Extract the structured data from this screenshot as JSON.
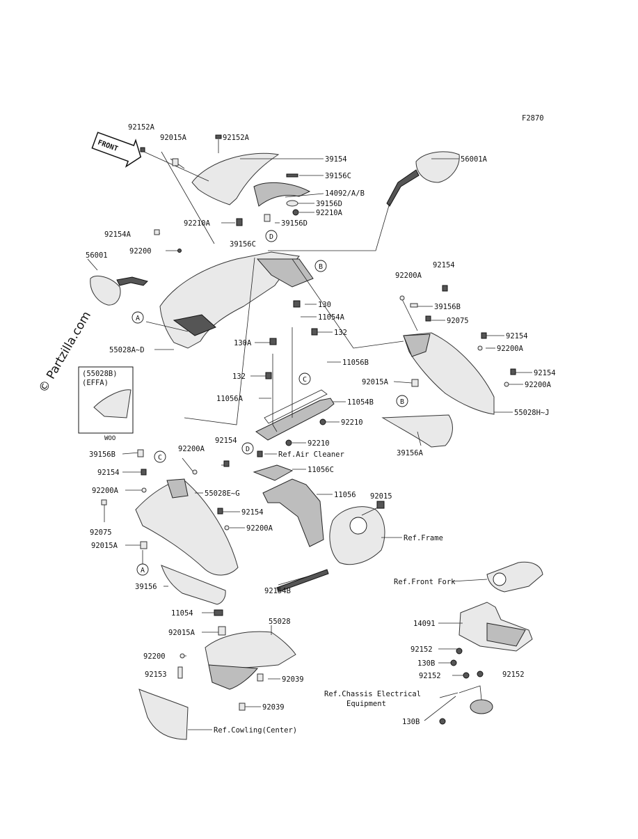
{
  "diagram": {
    "code": "F2870",
    "front_label": "FRONT",
    "watermark": "© Partzilla.com",
    "variant_box": {
      "line1": "(55028B)",
      "line2": "(EFFA)",
      "line3": "WOO"
    },
    "labels": [
      "92152A",
      "92015A",
      "92152A",
      "39154",
      "39156C",
      "14092/A/B",
      "39156D",
      "92210A",
      "92210A",
      "39156D",
      "39156C",
      "56001A",
      "92154A",
      "92200",
      "56001",
      "55028A~D",
      "130",
      "11054A",
      "132",
      "130A",
      "11056B",
      "132",
      "11056A",
      "11054B",
      "92210",
      "92210",
      "92200A",
      "92154",
      "39156B",
      "92075",
      "92154",
      "92200A",
      "92154",
      "92200A",
      "92015A",
      "55028H~J",
      "39156A",
      "39156B",
      "92200A",
      "92154",
      "92154",
      "55028E~G",
      "92200A",
      "92075",
      "92154",
      "92200A",
      "92015A",
      "39156",
      "Ref.Air Cleaner",
      "11056C",
      "11056",
      "92015",
      "Ref.Frame",
      "92154B",
      "Ref.Front Fork",
      "14091",
      "11054",
      "55028",
      "92015A",
      "92200",
      "92039",
      "92153",
      "92039",
      "92152",
      "130B",
      "92152",
      "92152",
      "Ref.Chassis Electrical",
      "Equipment",
      "130B",
      "Ref.Cowling(Center)"
    ],
    "markers": [
      "A",
      "A",
      "B",
      "B",
      "C",
      "C",
      "D",
      "D"
    ]
  }
}
